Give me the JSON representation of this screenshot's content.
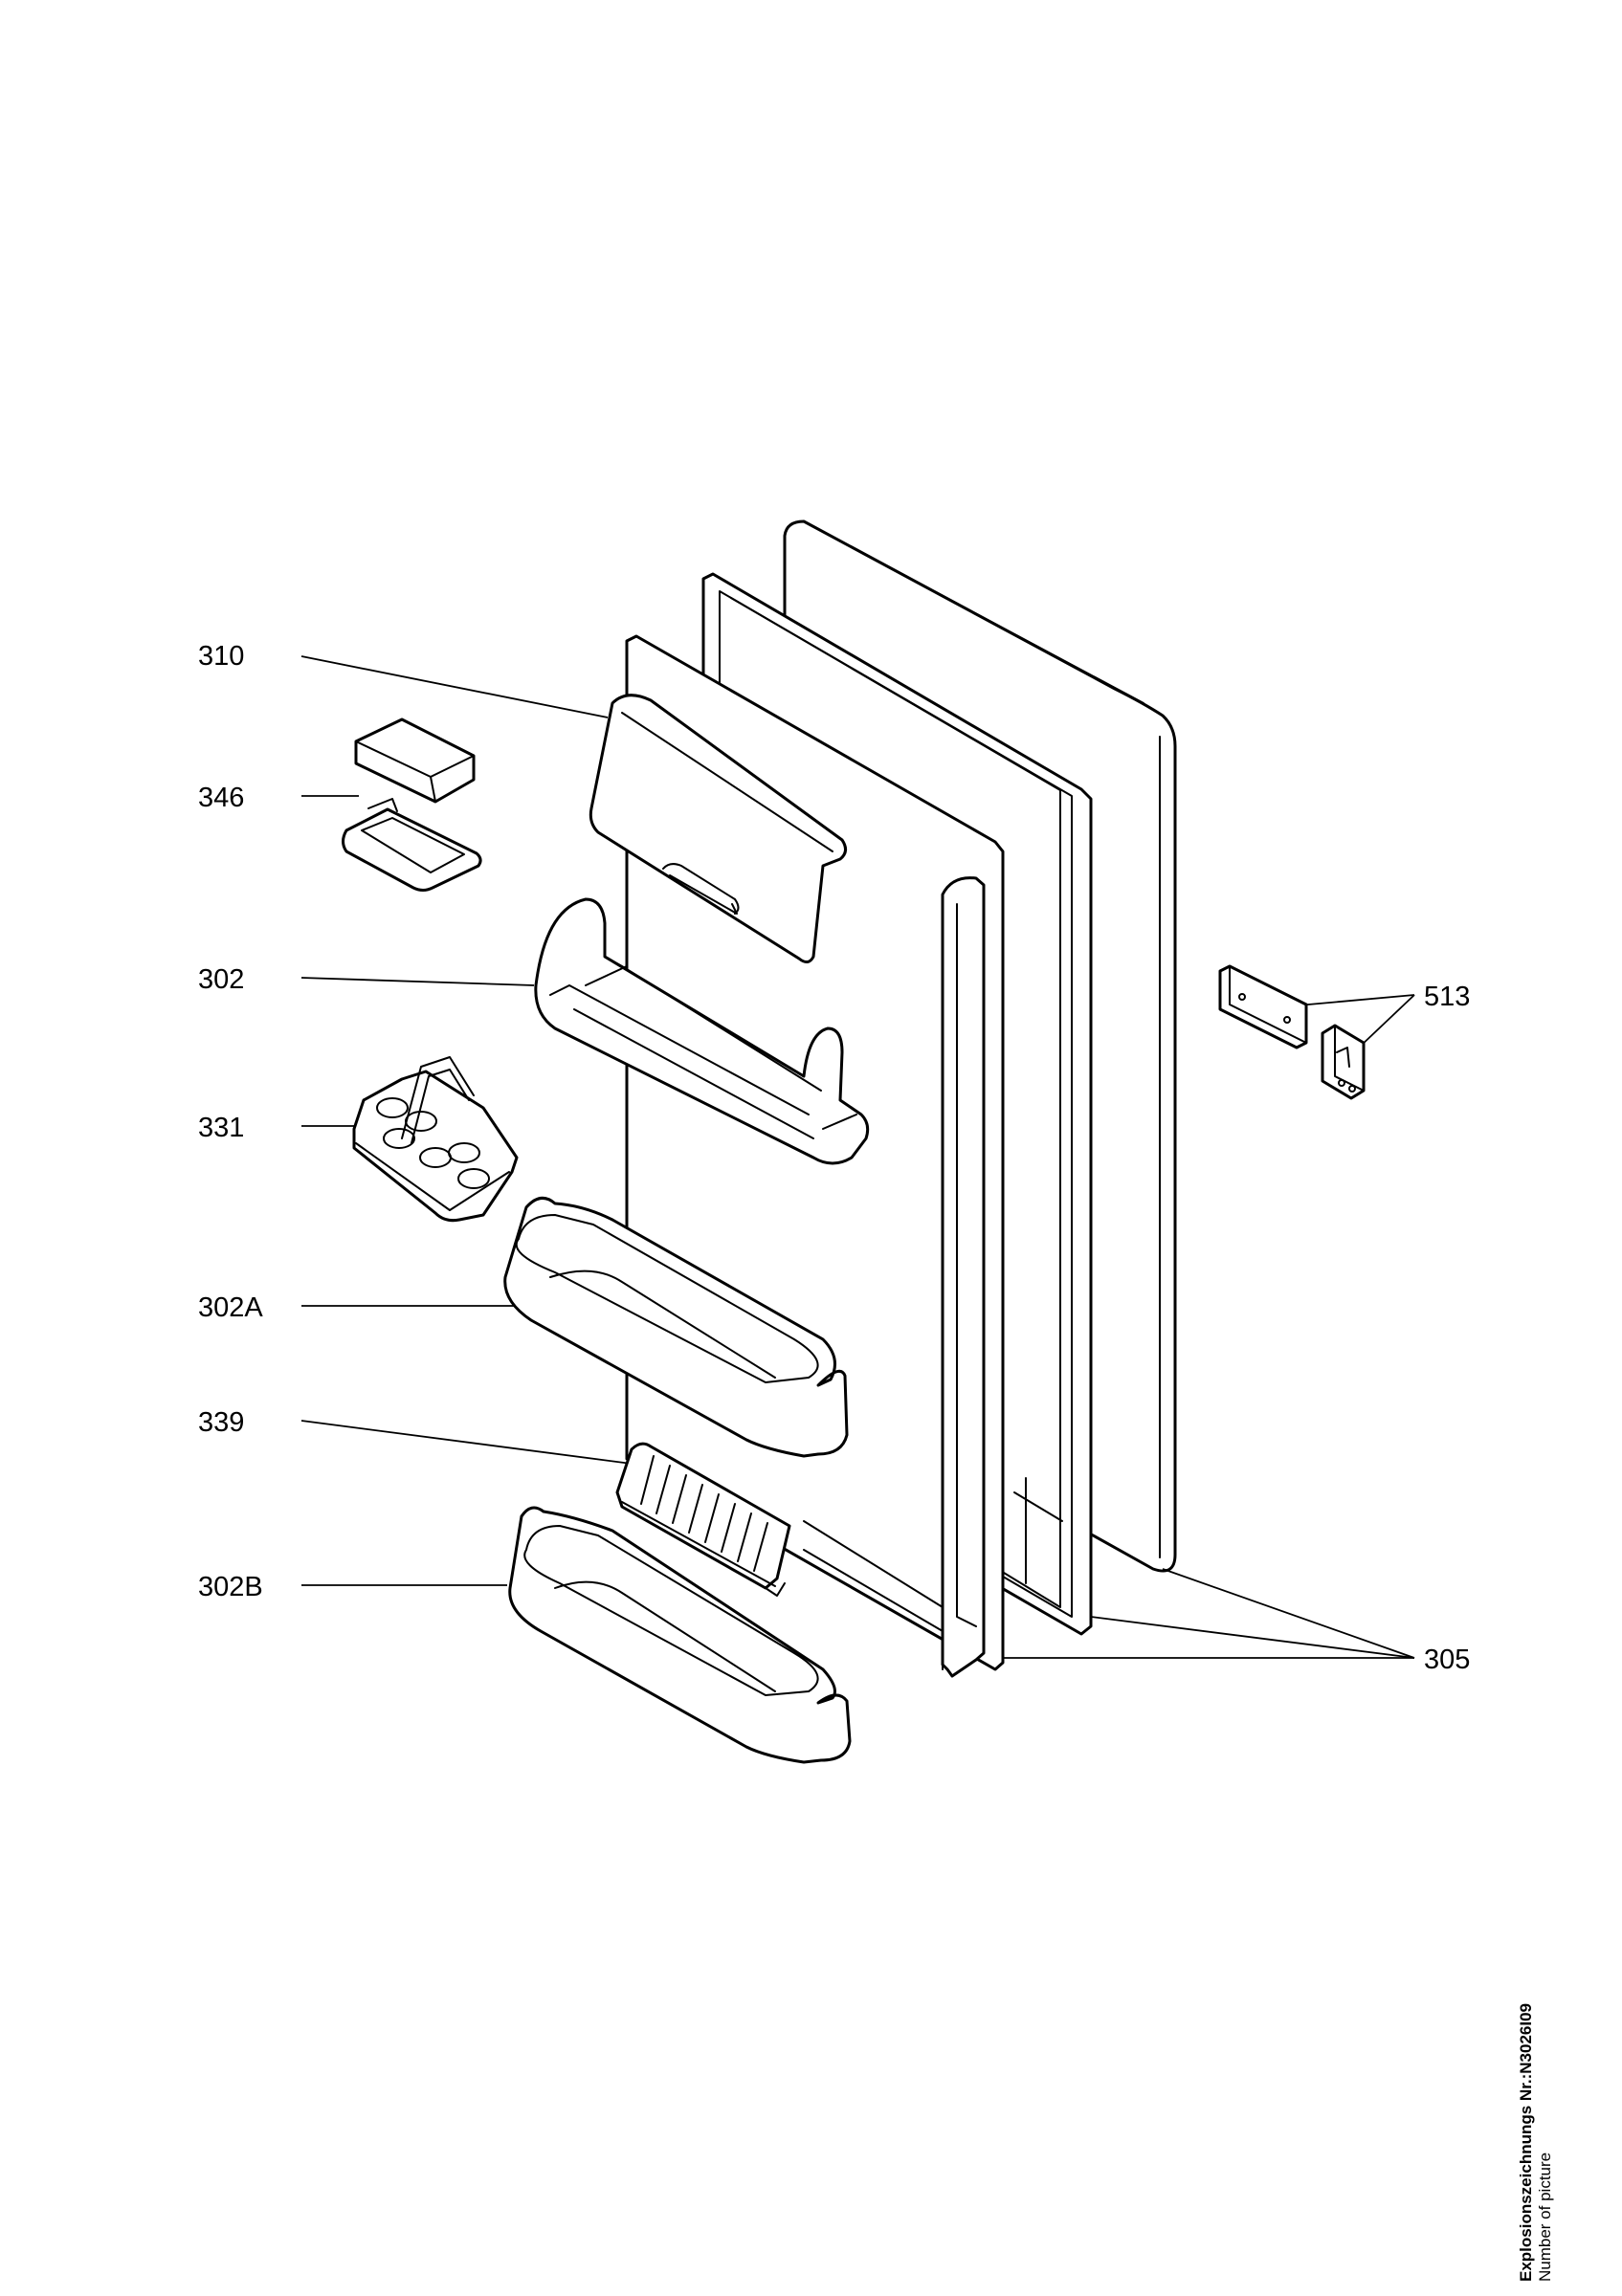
{
  "part_labels": {
    "p310": "310",
    "p346": "346",
    "p302": "302",
    "p331": "331",
    "p302a": "302A",
    "p339": "339",
    "p302b": "302B",
    "p513": "513",
    "p305": "305"
  },
  "picture_info": {
    "title": "Explosionszeichnungs Nr.:N3026I09",
    "subtitle": "Number of picture"
  }
}
